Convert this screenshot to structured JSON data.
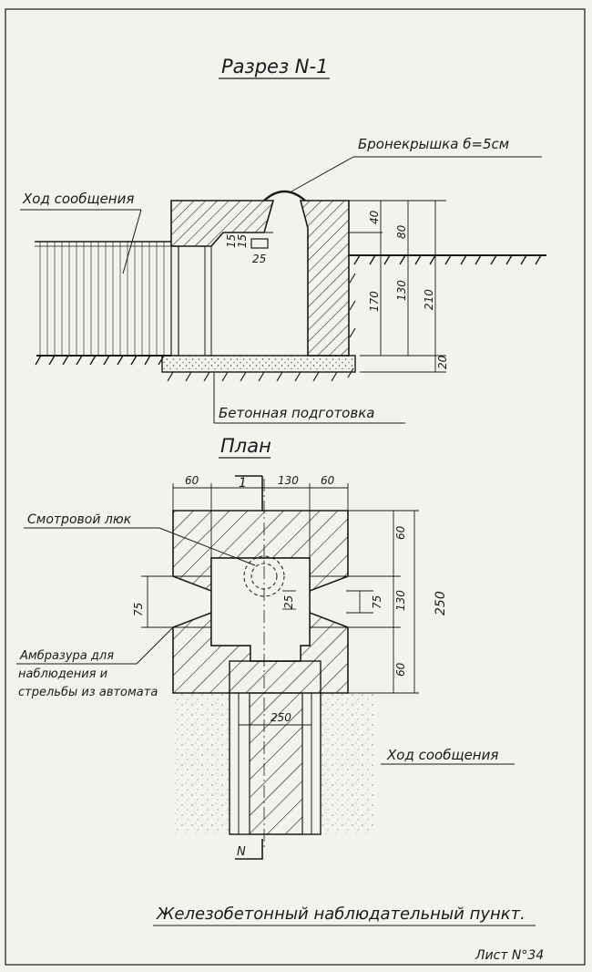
{
  "section": {
    "title": "Разрез N-1",
    "armor_cover": "Бронекрышка б=5см",
    "trench": "Ход сообщения",
    "concrete_base": "Бетонная подготовка",
    "dims": {
      "d40": "40",
      "d80": "80",
      "d15a": "15",
      "d15b": "15",
      "d25": "25",
      "d170": "170",
      "d130": "130",
      "d210": "210",
      "d20": "20"
    }
  },
  "plan": {
    "title": "План",
    "inspection_hatch": "Смотровой люк",
    "embrasure": "Амбразура для наблюдения и стрельбы из автомата",
    "embrasure_lines": [
      "Амбразура для",
      "наблюдения и",
      "стрельбы из автомата"
    ],
    "trench": "Ход сообщения",
    "section_mark": "1",
    "north": "N",
    "dims": {
      "top_left": "60",
      "top_mid": "130",
      "top_right": "60",
      "right_60a": "60",
      "right_130": "130",
      "right_60b": "60",
      "right_250": "250",
      "left_75": "75",
      "inner_25": "25",
      "inner_75": "75",
      "bottom_250": "250"
    }
  },
  "caption": "Железобетонный наблюдательный пункт.",
  "sheet_number": "Лист N°34",
  "colors": {
    "ink": "#1a1a1a",
    "paper": "#f4f2ee"
  }
}
